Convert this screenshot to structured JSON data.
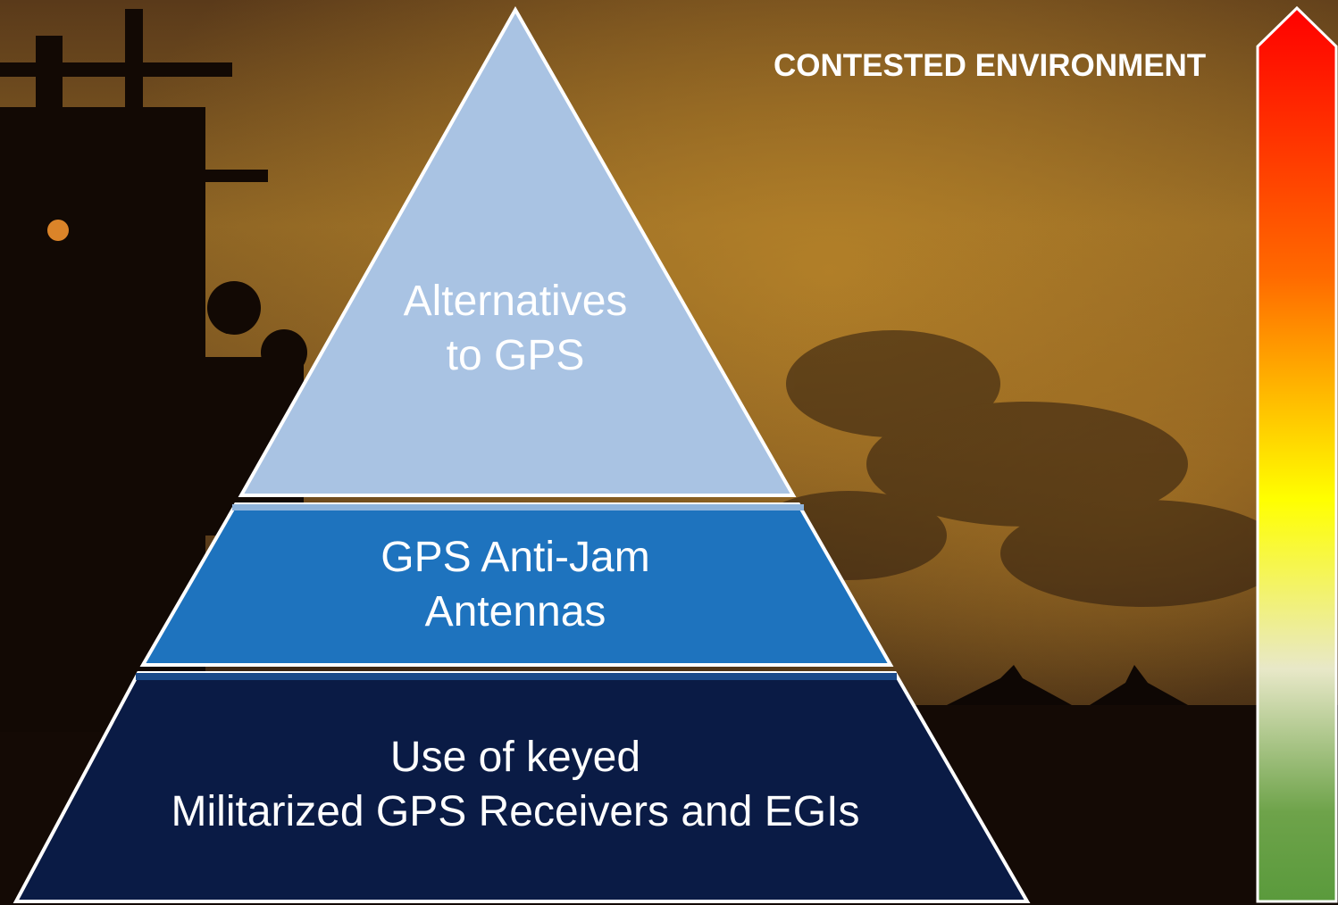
{
  "scale": {
    "title": "CONTESTED ENVIRONMENT",
    "direction": "up",
    "gradient": [
      "#ff0000",
      "#ff6a00",
      "#ffff00",
      "#e8e8c8",
      "#5a9a3c"
    ]
  },
  "pyramid": {
    "tiers": [
      {
        "line1": "Alternatives",
        "line2": "to GPS",
        "fill": "#a9c3e3"
      },
      {
        "line1": "GPS Anti-Jam",
        "line2": "Antennas",
        "fill": "#1e73be"
      },
      {
        "line1": "Use of keyed",
        "line2": "Militarized GPS Receivers and EGIs",
        "fill": "#0a1b45"
      }
    ]
  },
  "colors": {
    "outline": "#ffffff",
    "text": "#ffffff"
  }
}
